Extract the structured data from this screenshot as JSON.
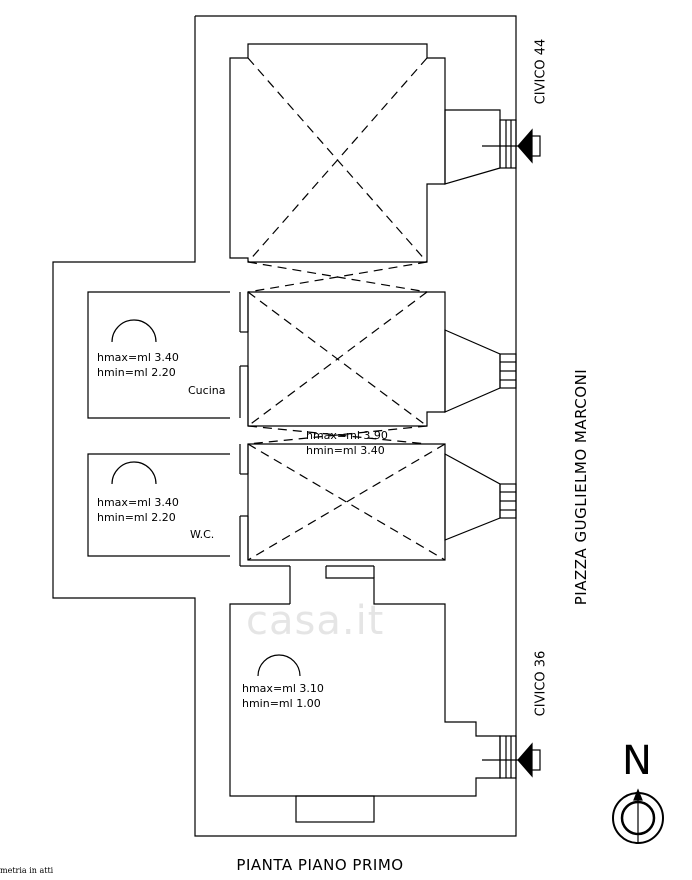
{
  "plan": {
    "title": "PIANTA PIANO PRIMO",
    "street": "PIAZZA GUGLIELMO MARCONI",
    "civico_top": "CIVICO 44",
    "civico_bottom": "CIVICO 36",
    "north_label": "N",
    "footnote": "metria in atti",
    "watermark": "casa.it",
    "rooms": {
      "cucina": {
        "name": "Cucina",
        "hmax": "hmax=ml 3.40",
        "hmin": "hmin=ml 2.20"
      },
      "wc": {
        "name": "W.C.",
        "hmax": "hmax=ml 3.40",
        "hmin": "hmin=ml 2.20"
      },
      "central": {
        "hmax": "hmax=ml 3.90",
        "hmin": "hmin=ml 3.40"
      },
      "bottom": {
        "hmax": "hmax=ml 3.10",
        "hmin": "hmin=ml 1.00"
      }
    }
  }
}
